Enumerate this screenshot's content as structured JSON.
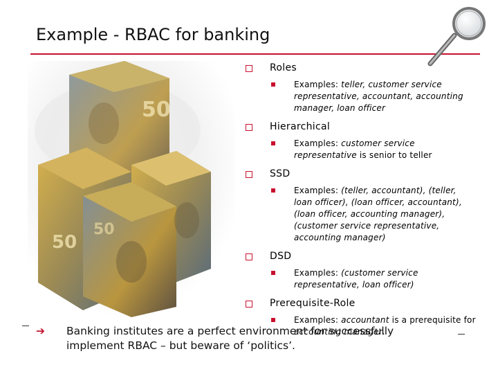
{
  "slide": {
    "title": "Example - RBAC for banking"
  },
  "bullets": [
    {
      "label": "Roles",
      "sub": [
        {
          "prefix": "Examples: ",
          "italic": "teller, customer service representative, accountant, accounting manager, loan officer",
          "suffix": ""
        }
      ]
    },
    {
      "label": "Hierarchical",
      "sub": [
        {
          "prefix": "Examples: ",
          "italic": "customer service representative",
          "suffix": " is senior to teller"
        }
      ]
    },
    {
      "label": "SSD",
      "sub": [
        {
          "prefix": "Examples: ",
          "italic": "(teller, accountant), (teller, loan officer), (loan officer, accountant), (loan officer, accounting manager), (customer service representative, accounting manager)",
          "suffix": ""
        }
      ]
    },
    {
      "label": "DSD",
      "sub": [
        {
          "prefix": "Examples: ",
          "italic": "(customer service representative, loan officer)",
          "suffix": ""
        }
      ]
    },
    {
      "label": "Prerequisite-Role",
      "sub": [
        {
          "prefix": "Examples: ",
          "italic": "accountant",
          "suffix": " is a prerequisite for ",
          "italic2": "accounting manager",
          "suffix2": "."
        }
      ]
    }
  ],
  "footer": {
    "arrow_icon": "right-arrow-icon",
    "text": "Banking institutes are a perfect environment for successfully implement RBAC – but beware of ‘politics’."
  },
  "colors": {
    "accent": "#c8102e"
  }
}
